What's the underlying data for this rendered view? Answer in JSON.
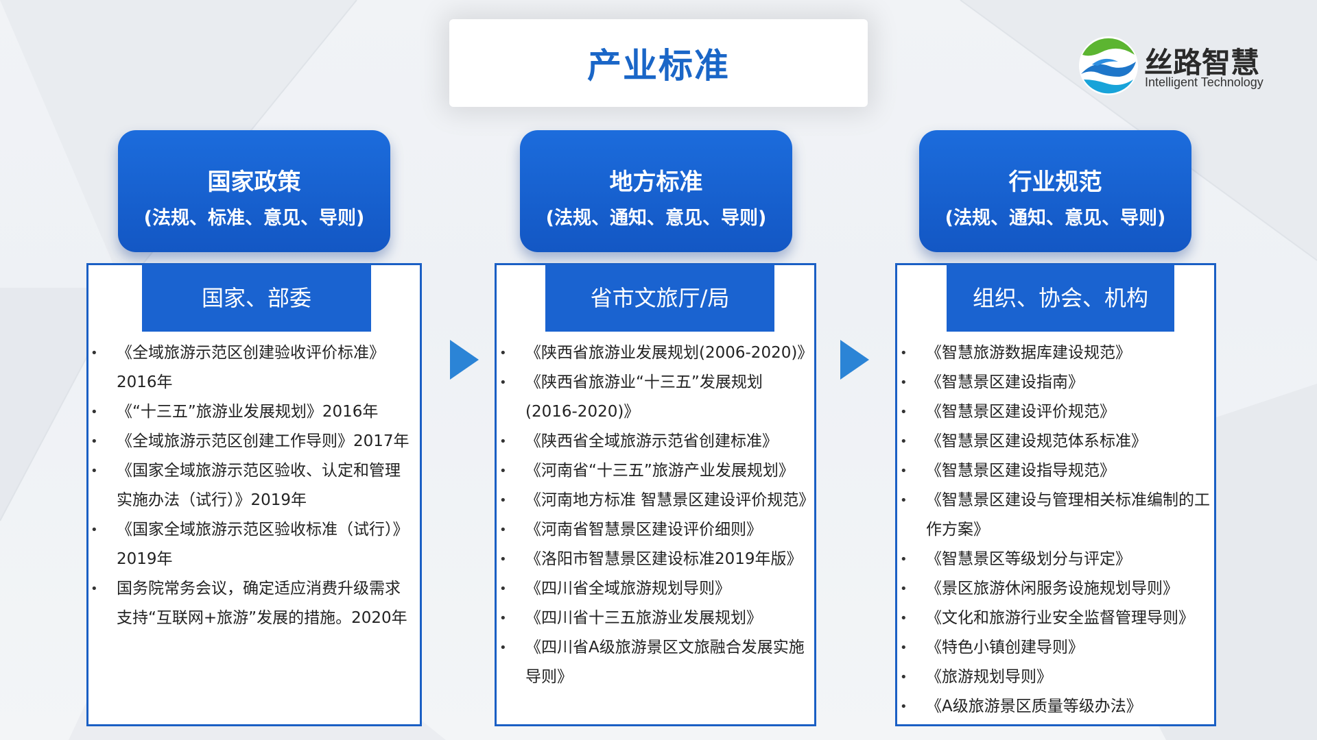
{
  "page": {
    "title": "产业标准"
  },
  "logo": {
    "name": "丝路智慧",
    "subtitle": "Intelligent Technology",
    "icon": "swirl-logo-icon"
  },
  "colors": {
    "primary_blue": "#1a63d0",
    "title_blue": "#1a66c7",
    "arrow_blue": "#2b84d6",
    "logo_green": "#5cb531",
    "logo_blue": "#1e76c9"
  },
  "columns": [
    {
      "title": "国家政策",
      "subtitle": "(法规、标准、意见、导则)",
      "header": "国家、部委",
      "items": [
        "《全域旅游示范区创建验收评价标准》2016年",
        "《“十三五”旅游业发展规划》2016年",
        "《全域旅游示范区创建工作导则》2017年",
        "《国家全域旅游示范区验收、认定和管理实施办法（试行）》2019年",
        "《国家全域旅游示范区验收标准（试行）》2019年",
        "国务院常务会议，确定适应消费升级需求支持“互联网+旅游”发展的措施。2020年"
      ]
    },
    {
      "title": "地方标准",
      "subtitle": "(法规、通知、意见、导则)",
      "header": "省市文旅厅/局",
      "items": [
        "《陕西省旅游业发展规划(2006-2020)》",
        "《陕西省旅游业“十三五”发展规划(2016-2020)》",
        "《陕西省全域旅游示范省创建标准》",
        "《河南省“十三五”旅游产业发展规划》",
        "《河南地方标准 智慧景区建设评价规范》",
        "《河南省智慧景区建设评价细则》",
        "《洛阳市智慧景区建设标准2019年版》",
        "《四川省全域旅游规划导则》",
        "《四川省十三五旅游业发展规划》",
        "《四川省A级旅游景区文旅融合发展实施导则》"
      ]
    },
    {
      "title": "行业规范",
      "subtitle": "(法规、通知、意见、导则)",
      "header": "组织、协会、机构",
      "items": [
        "《智慧旅游数据库建设规范》",
        "《智慧景区建设指南》",
        "《智慧景区建设评价规范》",
        "《智慧景区建设规范体系标准》",
        "《智慧景区建设指导规范》",
        "《智慧景区建设与管理相关标准编制的工作方案》",
        "《智慧景区等级划分与评定》",
        "《景区旅游休闲服务设施规划导则》",
        "《文化和旅游行业安全监督管理导则》",
        "《特色小镇创建导则》",
        "《旅游规划导则》",
        "《A级旅游景区质量等级办法》"
      ]
    }
  ]
}
